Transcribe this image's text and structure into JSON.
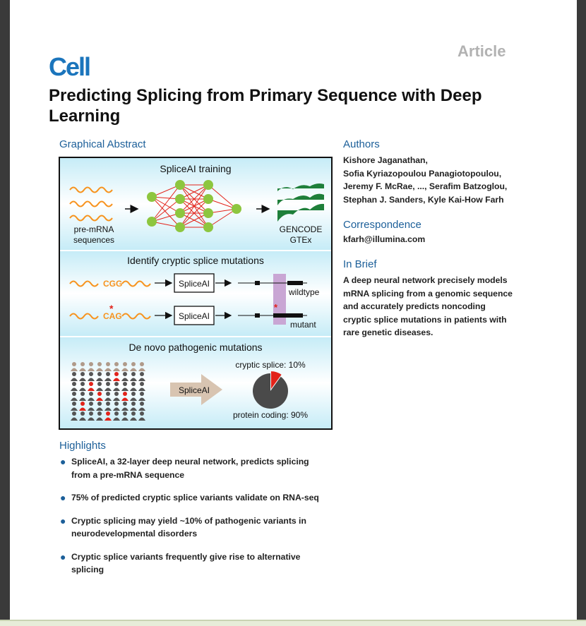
{
  "header": {
    "article_type": "Article",
    "journal": "Cell",
    "title": "Predicting Splicing from Primary Sequence with Deep Learning"
  },
  "graphical_abstract": {
    "heading": "Graphical Abstract",
    "panel1": {
      "title": "SpliceAI training",
      "input_label_1": "pre-mRNA",
      "input_label_2": "sequences",
      "output_label_1": "GENCODE",
      "output_label_2": "GTEx"
    },
    "panel2": {
      "title": "Identify cryptic splice mutations",
      "seq_wildtype": "CGG",
      "seq_mutant": "CAG",
      "model_label_1": "SpliceAI",
      "model_label_2": "SpliceAI",
      "wildtype_label": "wildtype",
      "mutant_label": "mutant",
      "star": "*"
    },
    "panel3": {
      "title": "De novo pathogenic mutations",
      "arrow_label": "SpliceAI",
      "pie_label_top": "cryptic splice: 10%",
      "pie_label_bottom": "protein coding: 90%",
      "pie": [
        {
          "name": "cryptic splice",
          "value": 10,
          "color": "#e2231a"
        },
        {
          "name": "protein coding",
          "value": 90,
          "color": "#4a4a4a"
        }
      ]
    },
    "colors": {
      "panel_bg": "#c6ecf7",
      "sequence": "#f7931e",
      "node": "#8dc63f",
      "edge": "#e2231a",
      "highlight_column": "#c9a6d4"
    }
  },
  "authors": {
    "heading": "Authors",
    "lines": [
      "Kishore Jaganathan,",
      "Sofia Kyriazopoulou Panagiotopoulou,",
      "Jeremy F. McRae, ..., Serafim Batzoglou,",
      "Stephan J. Sanders, Kyle Kai-How Farh"
    ]
  },
  "correspondence": {
    "heading": "Correspondence",
    "email": "kfarh@illumina.com"
  },
  "in_brief": {
    "heading": "In Brief",
    "lines": [
      "A deep neural network precisely models",
      "mRNA splicing from a genomic sequence",
      "and accurately predicts noncoding",
      "cryptic splice mutations in patients with",
      "rare genetic diseases."
    ]
  },
  "highlights": {
    "heading": "Highlights",
    "bullet": "●",
    "items": [
      [
        "SpliceAI, a 32-layer deep neural network, predicts splicing",
        "from a pre-mRNA sequence"
      ],
      [
        "75% of predicted cryptic splice variants validate on RNA-seq"
      ],
      [
        "Cryptic splicing may yield ~10% of pathogenic variants in",
        "neurodevelopmental disorders"
      ],
      [
        "Cryptic splice variants frequently give rise to alternative",
        "splicing"
      ]
    ]
  }
}
